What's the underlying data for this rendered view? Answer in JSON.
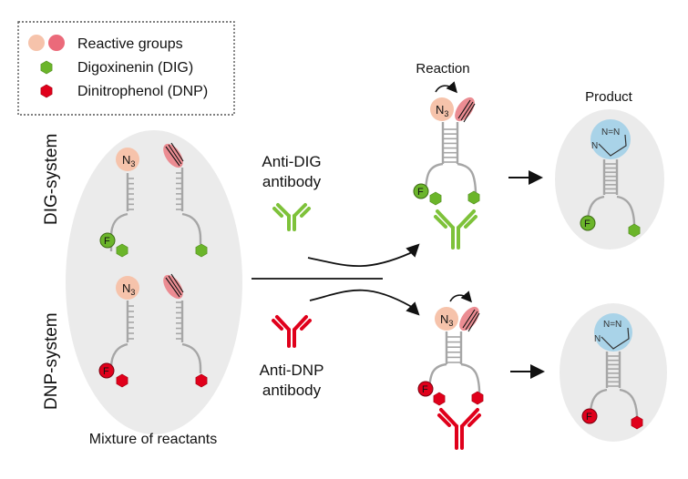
{
  "legend": {
    "items": [
      {
        "icon": "reactive-groups-circles",
        "label": "Reactive groups"
      },
      {
        "icon": "green-hexagon",
        "label": "Digoxinenin (DIG)"
      },
      {
        "icon": "red-hexagon",
        "label": "Dinitrophenol (DNP)"
      }
    ]
  },
  "systems": {
    "dig": "DIG-system",
    "dnp": "DNP-system"
  },
  "mixture_label": "Mixture of reactants",
  "antibodies": {
    "dig": {
      "line1": "Anti-DIG",
      "line2": "antibody"
    },
    "dnp": {
      "line1": "Anti-DNP",
      "line2": "antibody"
    }
  },
  "reaction_label": "Reaction",
  "product_label": "Product",
  "molecule_labels": {
    "azide": "N",
    "azide_sub": "3",
    "fluor": "F",
    "triazole_top": "N=N",
    "triazole_left": "N"
  },
  "colors": {
    "azide": "#f6c3ab",
    "alkyne": "#eb8c92",
    "dig": "#6bb52a",
    "dnp": "#e0001b",
    "ellipse": "#ebebeb",
    "triazole": "#a9d3e8",
    "strand": "#a6a6a6"
  }
}
